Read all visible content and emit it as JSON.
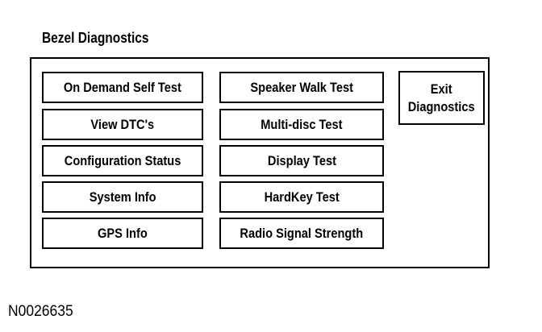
{
  "screen": {
    "title": "Bezel Diagnostics"
  },
  "buttons": {
    "on_demand_self_test": "On Demand Self Test",
    "view_dtcs": "View DTC's",
    "configuration_status": "Configuration Status",
    "system_info": "System Info",
    "gps_info": "GPS Info",
    "speaker_walk_test": "Speaker Walk Test",
    "multi_disc_test": "Multi-disc Test",
    "display_test": "Display Test",
    "hardkey_test": "HardKey Test",
    "radio_signal_strength": "Radio Signal Strength",
    "exit_diagnostics": "Exit\nDiagnostics"
  },
  "figure": {
    "code": "N0026635"
  }
}
